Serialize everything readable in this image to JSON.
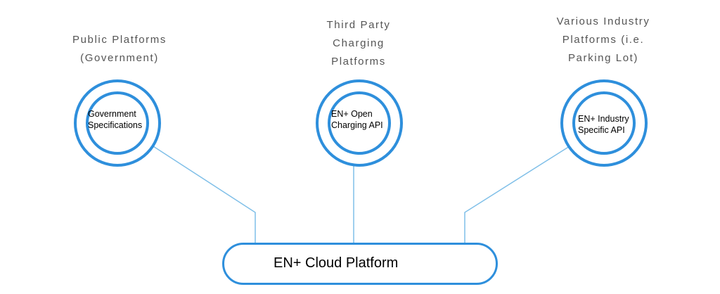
{
  "colors": {
    "accent": "#2e8fdc",
    "connector": "#7fbfe8",
    "caption_text": "#555555"
  },
  "nodes": [
    {
      "caption": [
        "Public Platforms",
        "(Government)"
      ],
      "label": [
        "Government",
        "Specifications"
      ]
    },
    {
      "caption": [
        "Third Party",
        "Charging",
        "Platforms"
      ],
      "label": [
        "EN+ Open",
        "Charging API"
      ]
    },
    {
      "caption": [
        "Various Industry",
        "Platforms (i.e.",
        "Parking Lot)"
      ],
      "label": [
        "EN+ Industry",
        "Specific API"
      ]
    }
  ],
  "platform": {
    "label": "EN+ Cloud Platform"
  }
}
